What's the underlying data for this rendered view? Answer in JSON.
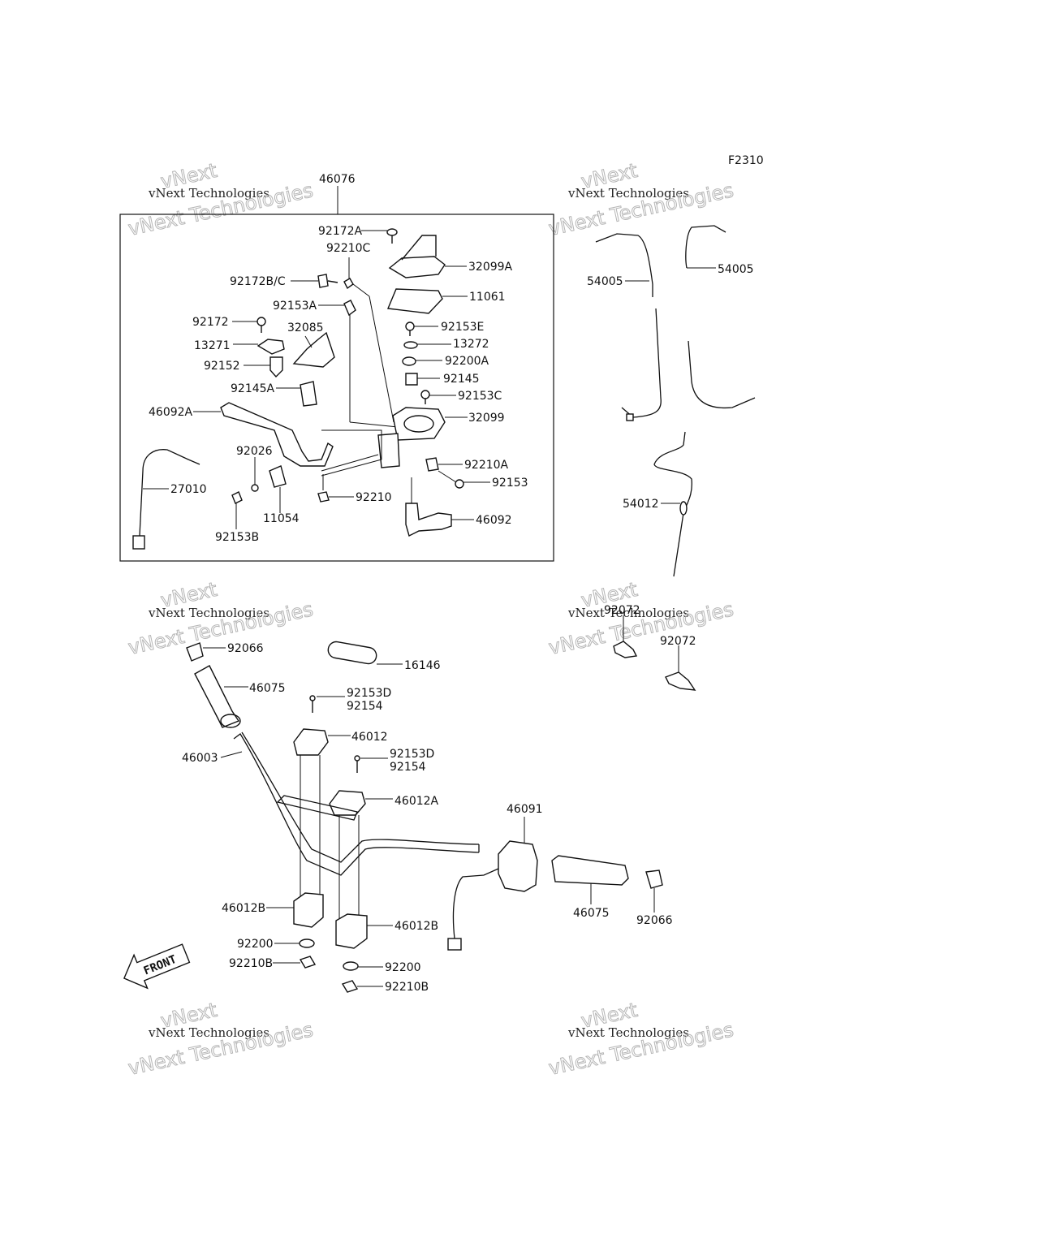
{
  "diagram_code": "F2310",
  "watermark": {
    "line1": "vNext Technologies",
    "line2": "Technologies",
    "line3": "vNext"
  },
  "assembly_label": "46076",
  "parts": {
    "p92172A": "92172A",
    "p92210C": "92210C",
    "p32099A": "32099A",
    "p11061": "11061",
    "p92172BC": "92172B/C",
    "p92153A": "92153A",
    "p92172": "92172",
    "p32085": "32085",
    "p92153E": "92153E",
    "p13271": "13271",
    "p13272": "13272",
    "p92200A": "92200A",
    "p92152": "92152",
    "p92145": "92145",
    "p92145A": "92145A",
    "p92153C": "92153C",
    "p46092A": "46092A",
    "p32099": "32099",
    "p92026": "92026",
    "p92210A": "92210A",
    "p27010": "27010",
    "p92153": "92153",
    "p92210": "92210",
    "p11054": "11054",
    "p46092": "46092",
    "p92153B": "92153B",
    "p54005L": "54005",
    "p54005R": "54005",
    "p54012": "54012",
    "p92072a": "92072",
    "p92072b": "92072",
    "p92066L": "92066",
    "p16146": "16146",
    "p46075L": "46075",
    "p92153D1": "92153D",
    "p92154a": "92154",
    "p46012": "46012",
    "p46003": "46003",
    "p92153D2": "92153D",
    "p92154b": "92154",
    "p46012A": "46012A",
    "p46091": "46091",
    "p46012B1": "46012B",
    "p46012B2": "46012B",
    "p46075R": "46075",
    "p92066R": "92066",
    "p92200a": "92200",
    "p92210B1": "92210B",
    "p92200b": "92200",
    "p92210B2": "92210B"
  },
  "front_arrow": "FRONT"
}
